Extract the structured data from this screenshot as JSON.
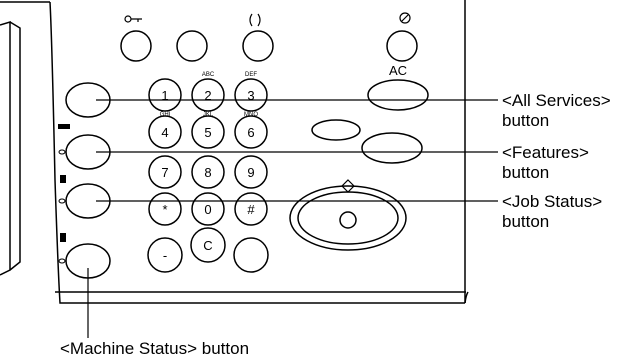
{
  "callouts": {
    "all_services": {
      "line1": "<All Services>",
      "line2": "button"
    },
    "features": {
      "line1": "<Features>",
      "line2": "button"
    },
    "job_status": {
      "line1": "<Job Status>",
      "line2": "button"
    },
    "machine_status": "<Machine Status> button"
  },
  "keypad": {
    "keys": [
      "1",
      "2",
      "3",
      "4",
      "5",
      "6",
      "7",
      "8",
      "9",
      "*",
      "0",
      "#",
      "-",
      "C"
    ],
    "letters": {
      "k2": "ABC",
      "k3": "DEF",
      "k4": "GHI",
      "k5": "JKL",
      "k6": "MNO"
    },
    "ac_label": "AC"
  },
  "icons": [
    "key-icon",
    "speaker-icon",
    "power-icon",
    "interrupt-icon",
    "energy-saver-icon",
    "start-icon"
  ]
}
